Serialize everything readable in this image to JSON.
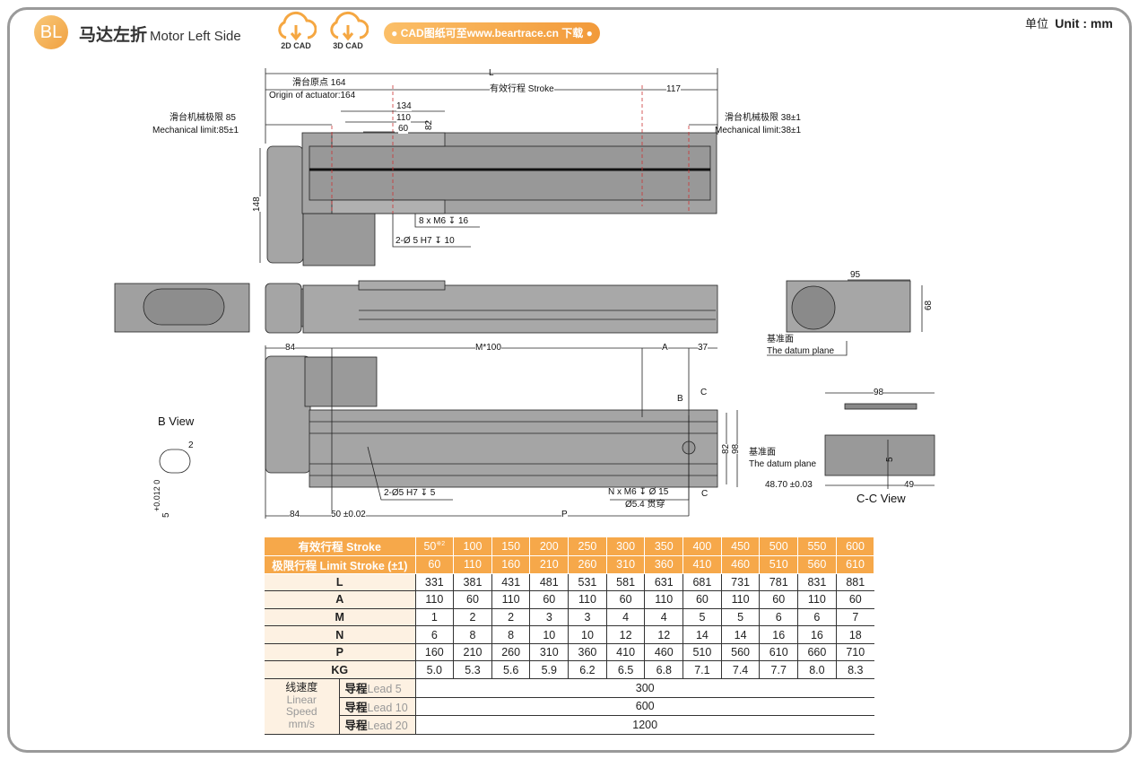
{
  "header": {
    "badge": "BL",
    "title_cn": "马达左折",
    "title_en": "Motor Left Side",
    "cad2d": "2D CAD",
    "cad3d": "3D CAD",
    "download": "● CAD图纸可至www.beartrace.cn 下载 ●",
    "unit_cn": "单位",
    "unit_en": "Unit : mm"
  },
  "colors": {
    "accent": "#f6a84a",
    "body": "#9a9a9a"
  },
  "top_view": {
    "L": "L",
    "origin_cn": "滑台原点 164",
    "origin_en": "Origin of actuator:164",
    "stroke": "有效行程 Stroke",
    "d117": "117",
    "d134": "134",
    "d110": "110",
    "d60": "60",
    "d82": "82",
    "mech_left_cn": "滑台机械极限 85",
    "mech_left_en": "Mechanical limit:85±1",
    "mech_right_cn": "滑台机械极限 38±1",
    "mech_right_en": "Mechanical limit:38±1",
    "d148": "148",
    "holes_m6": "8 x M6 ↧ 16",
    "holes_pin": "2-Ø 5 H7 ↧ 10"
  },
  "end_view": {
    "d95": "95",
    "d68": "68",
    "datum_cn": "基准面",
    "datum_en": "The datum plane"
  },
  "bottom_view": {
    "d84a": "84",
    "m100": "M*100",
    "A": "A",
    "d37": "37",
    "B": "B",
    "C1": "C",
    "d82": "82",
    "d98": "98",
    "pin": "2-Ø5 H7 ↧ 5",
    "nm6": "N x M6 ↧ Ø 15",
    "C2": "C",
    "thru": "Ø5.4 贯穿",
    "d84b": "84",
    "d50": "50 ±0.02",
    "P": "P"
  },
  "b_view": {
    "title": "B View",
    "d2": "2",
    "tol": "+0.012  0",
    "d5": "5"
  },
  "cc_view": {
    "d98": "98",
    "datum_cn": "基准面",
    "datum_en": "The datum plane",
    "d4870": "48.70 ±0.03",
    "d49": "49",
    "d5": "5",
    "title": "C-C View"
  },
  "table": {
    "stroke_label": "有效行程 Stroke",
    "strokes": [
      "50",
      "100",
      "150",
      "200",
      "250",
      "300",
      "350",
      "400",
      "450",
      "500",
      "550",
      "600"
    ],
    "stroke_note": "※2",
    "limit_label": "极限行程 Limit Stroke (±1)",
    "limits": [
      "60",
      "110",
      "160",
      "210",
      "260",
      "310",
      "360",
      "410",
      "460",
      "510",
      "560",
      "610"
    ],
    "rows": [
      {
        "label": "L",
        "values": [
          "331",
          "381",
          "431",
          "481",
          "531",
          "581",
          "631",
          "681",
          "731",
          "781",
          "831",
          "881"
        ]
      },
      {
        "label": "A",
        "values": [
          "110",
          "60",
          "110",
          "60",
          "110",
          "60",
          "110",
          "60",
          "110",
          "60",
          "110",
          "60"
        ]
      },
      {
        "label": "M",
        "values": [
          "1",
          "2",
          "2",
          "3",
          "3",
          "4",
          "4",
          "5",
          "5",
          "6",
          "6",
          "7"
        ]
      },
      {
        "label": "N",
        "values": [
          "6",
          "8",
          "8",
          "10",
          "10",
          "12",
          "12",
          "14",
          "14",
          "16",
          "16",
          "18"
        ]
      },
      {
        "label": "P",
        "values": [
          "160",
          "210",
          "260",
          "310",
          "360",
          "410",
          "460",
          "510",
          "560",
          "610",
          "660",
          "710"
        ]
      },
      {
        "label": "KG",
        "values": [
          "5.0",
          "5.3",
          "5.6",
          "5.9",
          "6.2",
          "6.5",
          "6.8",
          "7.1",
          "7.4",
          "7.7",
          "8.0",
          "8.3"
        ]
      }
    ],
    "speed_cn": "线速度",
    "speed_en1": "Linear",
    "speed_en2": "Speed",
    "speed_unit": "mm/s",
    "leads": [
      {
        "cn": "导程",
        "en": "Lead 5",
        "value": "300"
      },
      {
        "cn": "导程",
        "en": "Lead 10",
        "value": "600"
      },
      {
        "cn": "导程",
        "en": "Lead 20",
        "value": "1200"
      }
    ]
  }
}
